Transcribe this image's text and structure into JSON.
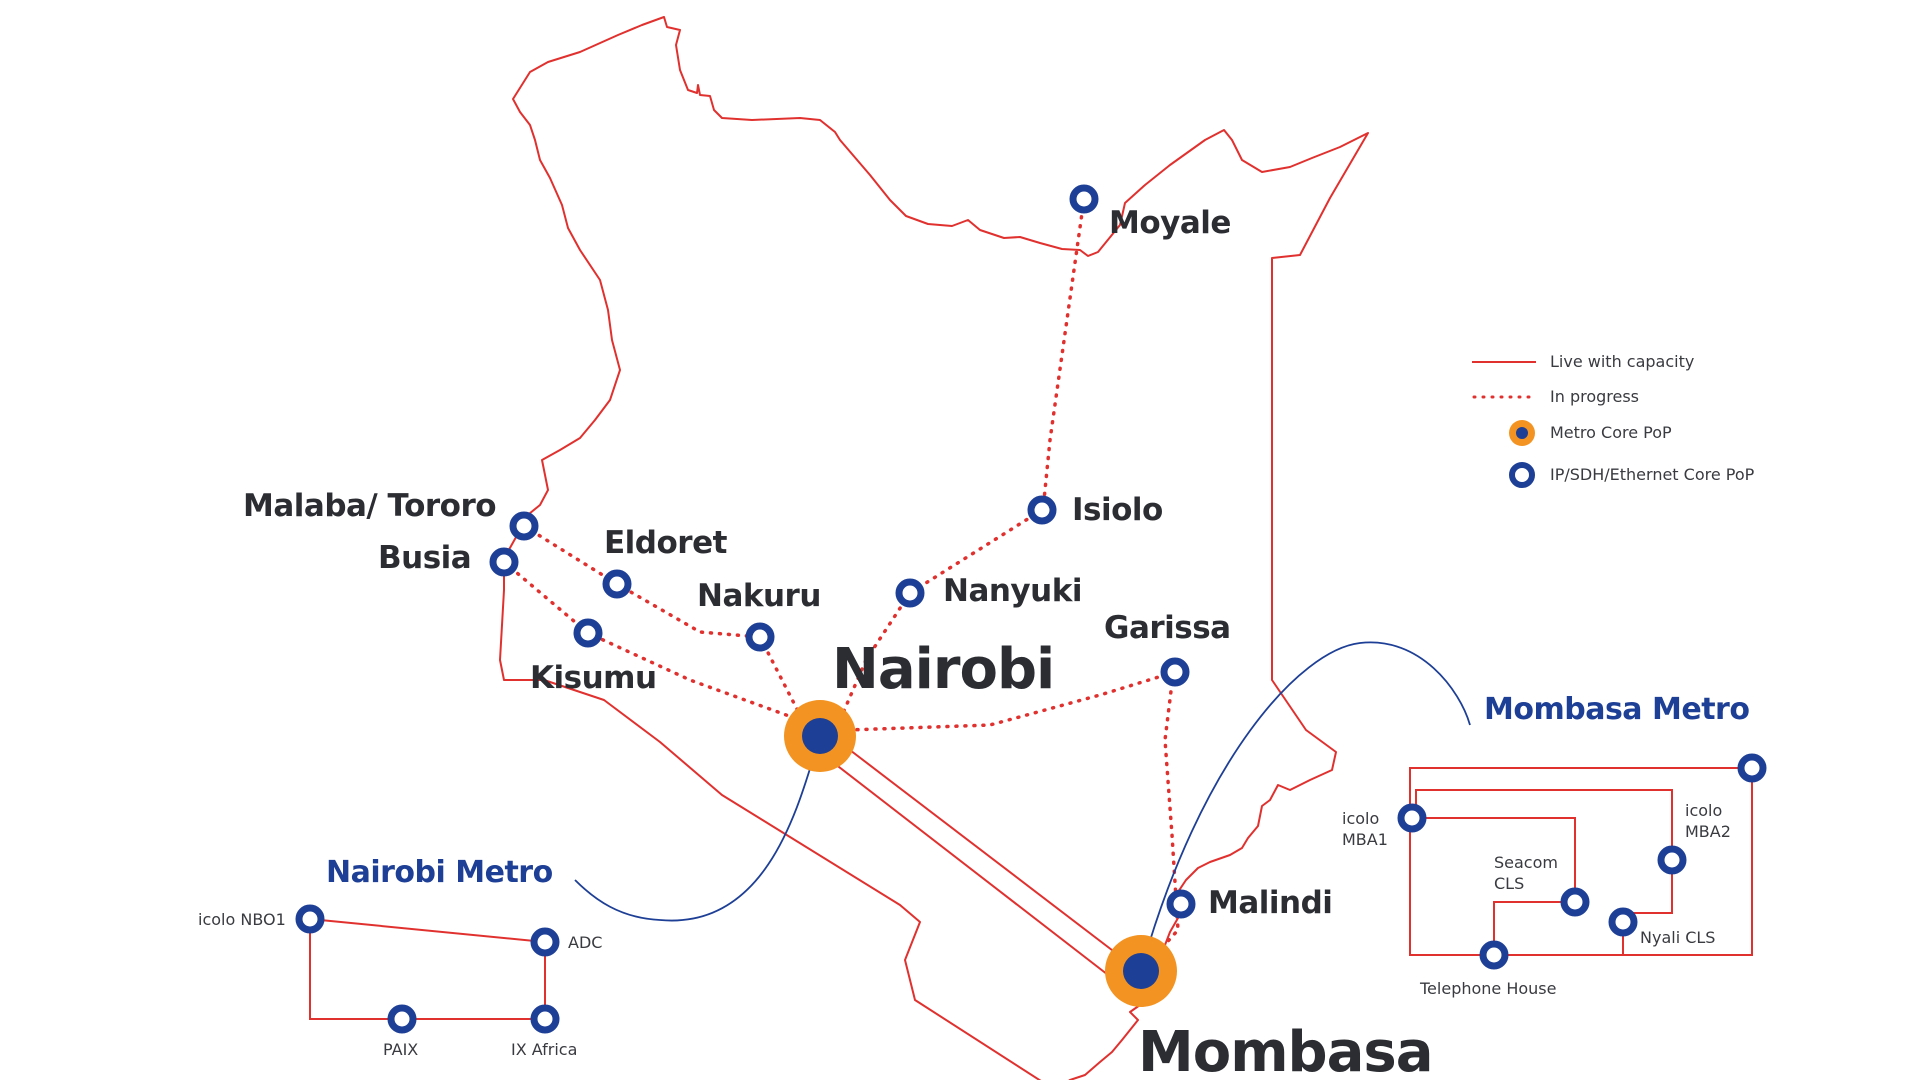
{
  "colors": {
    "border": "#e0312f",
    "link": "#e0312f",
    "pop_ring": "#1e3f96",
    "metro_outer": "#f39321",
    "metro_inner": "#1e3f96",
    "text_dark": "#2b2d33",
    "metro_title": "#1e3f96"
  },
  "legend": {
    "items": [
      {
        "symbol": "solid-line",
        "label": "Live with capacity"
      },
      {
        "symbol": "dotted-line",
        "label": "In progress"
      },
      {
        "symbol": "metro-core-pop",
        "label": "Metro Core PoP"
      },
      {
        "symbol": "core-pop",
        "label": "IP/SDH/Ethernet Core PoP"
      }
    ]
  },
  "cities": {
    "moyale": "Moyale",
    "isiolo": "Isiolo",
    "nanyuki": "Nanyuki",
    "nairobi": "Nairobi",
    "garissa": "Garissa",
    "malindi": "Malindi",
    "mombasa": "Mombasa",
    "malaba": "Malaba/ Tororo",
    "busia": "Busia",
    "eldoret": "Eldoret",
    "kisumu": "Kisumu",
    "nakuru": "Nakuru"
  },
  "nairobi_metro": {
    "title": "Nairobi Metro",
    "nodes": [
      "icolo NBO1",
      "ADC",
      "PAIX",
      "IX Africa"
    ]
  },
  "mombasa_metro": {
    "title": "Mombasa Metro",
    "nodes": {
      "mba1_line1": "icolo",
      "mba1_line2": "MBA1",
      "mba2_line1": "icolo",
      "mba2_line2": "MBA2",
      "seacom_line1": "Seacom",
      "seacom_line2": "CLS",
      "nyali": "Nyali CLS",
      "telephone": "Telephone House"
    }
  }
}
